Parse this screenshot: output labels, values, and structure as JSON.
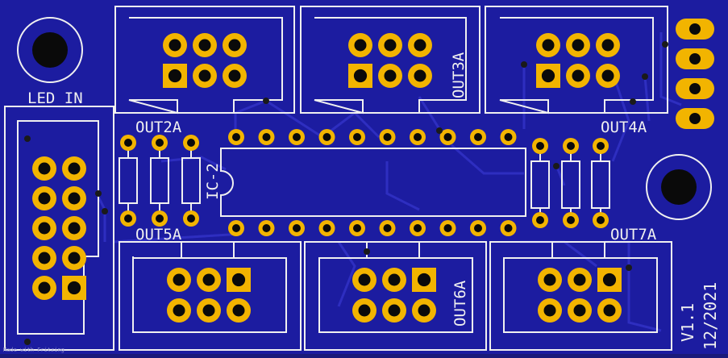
{
  "colors": {
    "board": "#1c1ca0",
    "trace": "#2a2ab8",
    "silk": "#f0f0f0",
    "pad": "#f2b400",
    "drill": "#0a0a0a",
    "hole": "#0a0a0a"
  },
  "labels": {
    "led_in": "LED_IN",
    "out2a": "OUT2A",
    "out3a": "OUT3A",
    "out4a": "OUT4A",
    "out5a": "OUT5A",
    "out6a": "OUT6A",
    "out7a": "OUT7A",
    "ic": "IC-2",
    "version": "V1.1",
    "date": "12/2021",
    "watermark": "Made with Fritzing"
  }
}
